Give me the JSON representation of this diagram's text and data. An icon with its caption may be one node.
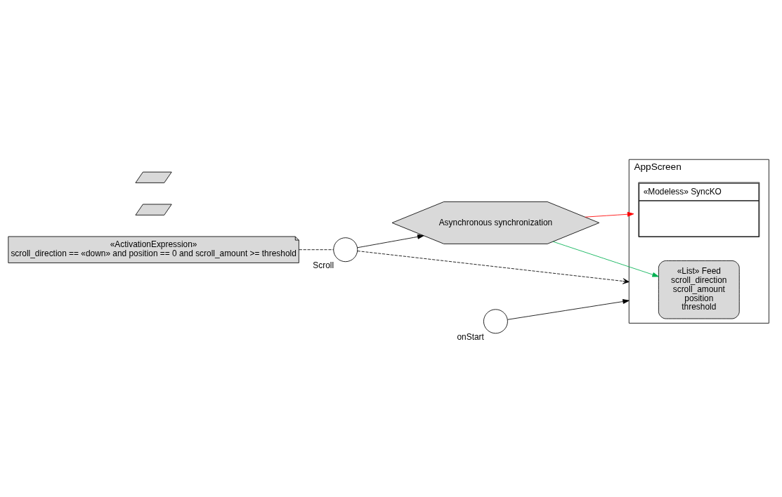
{
  "diagram": {
    "nodes": [
      {
        "text": [
          "AppScreen"
        ]
      },
      {
        "text": [
          "«List» Feed",
          "scroll_direction",
          "scroll_amount",
          "position",
          "threshold"
        ],
        "in": 0
      },
      {
        "text": [],
        "shape": "circle",
        "beside": [
          "Scroll"
        ]
      },
      {
        "text": [
          "«ActivationExpression»",
          "scroll_direction == «down» and position == 0 and scroll_amount >= threshold"
        ]
      },
      {
        "text": [
          "Asynchronous synchronization"
        ]
      },
      {
        "text": [],
        "shape": "circle",
        "beside": [
          "onStart"
        ]
      },
      {
        "text": [
          "«Modeless» SyncKO"
        ],
        "in": 0
      },
      {
        "text": [],
        "shape": "parallelogram"
      },
      {
        "text": [],
        "shape": "parallelogram"
      }
    ],
    "edges": [
      {
        "from": 3,
        "to": 2,
        "arrow": "none",
        "style": "dashed"
      },
      {
        "from": 2,
        "to": 4,
        "arrow": "to"
      },
      {
        "from": 2,
        "to": 0,
        "arrow": "to",
        "style": "dashed"
      },
      {
        "from": 4,
        "to": 1,
        "arrow": "to",
        "color": "#00b050"
      },
      {
        "from": 5,
        "to": 0,
        "arrow": "to"
      },
      {
        "from": 4,
        "to": 6,
        "arrow": "to",
        "color": "#ff0000"
      }
    ]
  }
}
